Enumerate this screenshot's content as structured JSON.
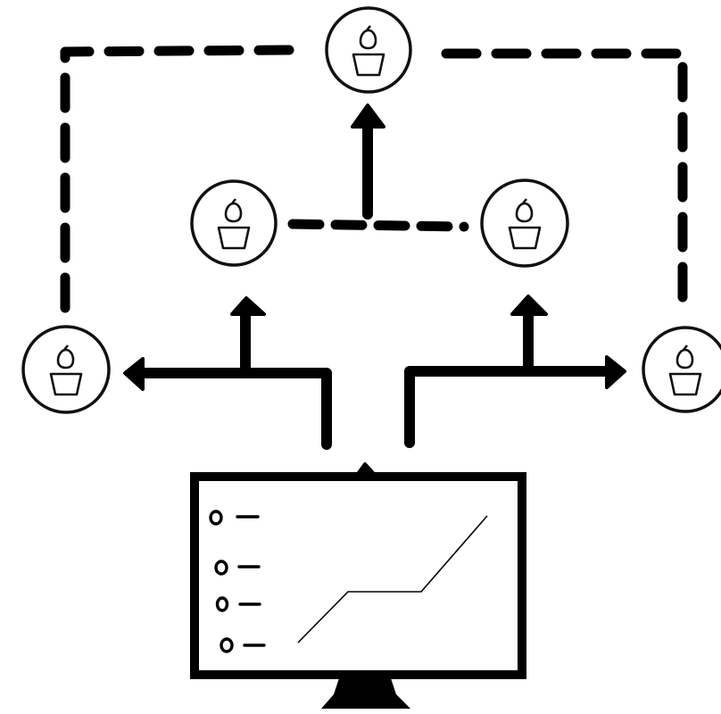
{
  "diagram": {
    "nodes": [
      {
        "id": "person-top",
        "icon": "person-icon"
      },
      {
        "id": "person-mid-left",
        "icon": "person-icon"
      },
      {
        "id": "person-mid-right",
        "icon": "person-icon"
      },
      {
        "id": "person-far-left",
        "icon": "person-icon"
      },
      {
        "id": "person-far-right",
        "icon": "person-icon"
      },
      {
        "id": "monitor",
        "icon": "monitor-chart-icon"
      }
    ],
    "edges": [
      {
        "from": "monitor",
        "to": "person-far-left",
        "style": "solid-arrow"
      },
      {
        "from": "monitor",
        "to": "person-mid-left",
        "style": "solid-arrow"
      },
      {
        "from": "monitor",
        "to": "person-far-right",
        "style": "solid-arrow"
      },
      {
        "from": "monitor",
        "to": "person-mid-right",
        "style": "solid-arrow"
      },
      {
        "from": "person-mid-left",
        "to": "person-mid-right",
        "style": "dashed"
      },
      {
        "from": "person-mid-left",
        "to": "person-top",
        "style": "solid-arrow"
      },
      {
        "from": "person-far-left",
        "to": "person-far-right",
        "style": "dashed",
        "via": "person-top"
      }
    ],
    "screen": {
      "legend_items": 4,
      "chart_type": "line"
    },
    "colors": {
      "ink": "#000000",
      "background": "#ffffff"
    }
  }
}
